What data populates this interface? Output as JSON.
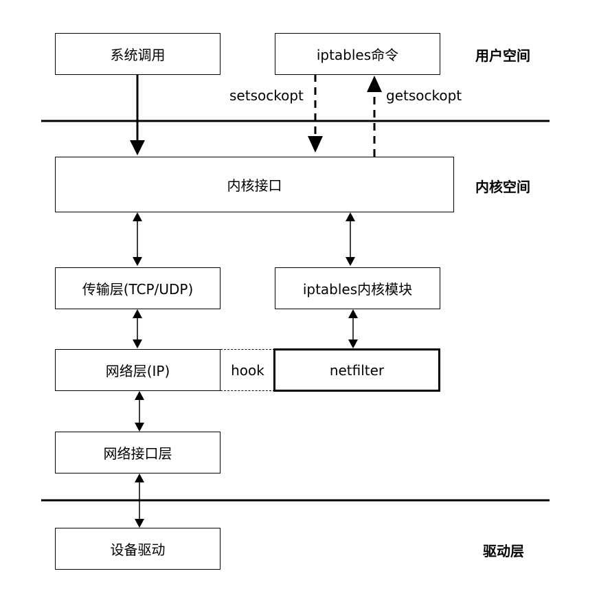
{
  "zones": {
    "user_space": "用户空间",
    "kernel_space": "内核空间",
    "driver_layer": "驱动层"
  },
  "nodes": {
    "syscall": "系统调用",
    "iptables_cmd": "iptables命令",
    "kernel_interface": "内核接口",
    "transport_layer": "传输层(TCP/UDP)",
    "iptables_module": "iptables内核模块",
    "network_layer": "网络层(IP)",
    "hook": "hook",
    "netfilter": "netfilter",
    "netif_layer": "网络接口层",
    "device_driver": "设备驱动"
  },
  "edges": {
    "setsockopt": "setsockopt",
    "getsockopt": "getsockopt"
  }
}
